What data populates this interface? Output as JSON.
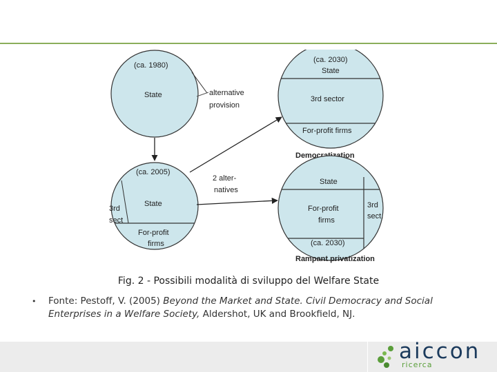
{
  "diagram": {
    "circle_1980": {
      "year": "(ca. 1980)",
      "state": "State"
    },
    "alternative_provision": [
      "alternative",
      "provision"
    ],
    "circle_2005": {
      "year": "(ca. 2005)",
      "state": "State",
      "third_sector": [
        "3rd",
        "sect"
      ],
      "for_profit": [
        "For-profit",
        "firms"
      ]
    },
    "two_alternatives": [
      "2 alter-",
      "natives"
    ],
    "circle_2030_democratization": {
      "year": "(ca. 2030)",
      "state": "State",
      "third_sector": "3rd sector",
      "for_profit": "For-profit firms",
      "label": "Democratization"
    },
    "circle_2030_privatization": {
      "state": "State",
      "for_profit": [
        "For-profit",
        "firms"
      ],
      "third_sector": [
        "3rd",
        "sect."
      ],
      "year": "(ca. 2030)",
      "label": "Rampant privatization"
    }
  },
  "caption": "Fig. 2 - Possibili modalità di sviluppo del Welfare State",
  "source": {
    "bullet": "•",
    "prefix": "Fonte: Pestoff, V. (2005) ",
    "title": "Beyond the Market and State. Civil Democracy and Social Enterprises in a Welfare Society,",
    "suffix": " Aldershot, UK and Brookfield, NJ."
  },
  "logo": {
    "brand": "aiccon",
    "sub": "ricerca"
  },
  "colors": {
    "circle_fill": "#cde6ec",
    "stroke": "#333333",
    "accent_line": "#8aae5a",
    "logo_blue": "#1b3a5c",
    "logo_green": "#5a9e3a"
  }
}
